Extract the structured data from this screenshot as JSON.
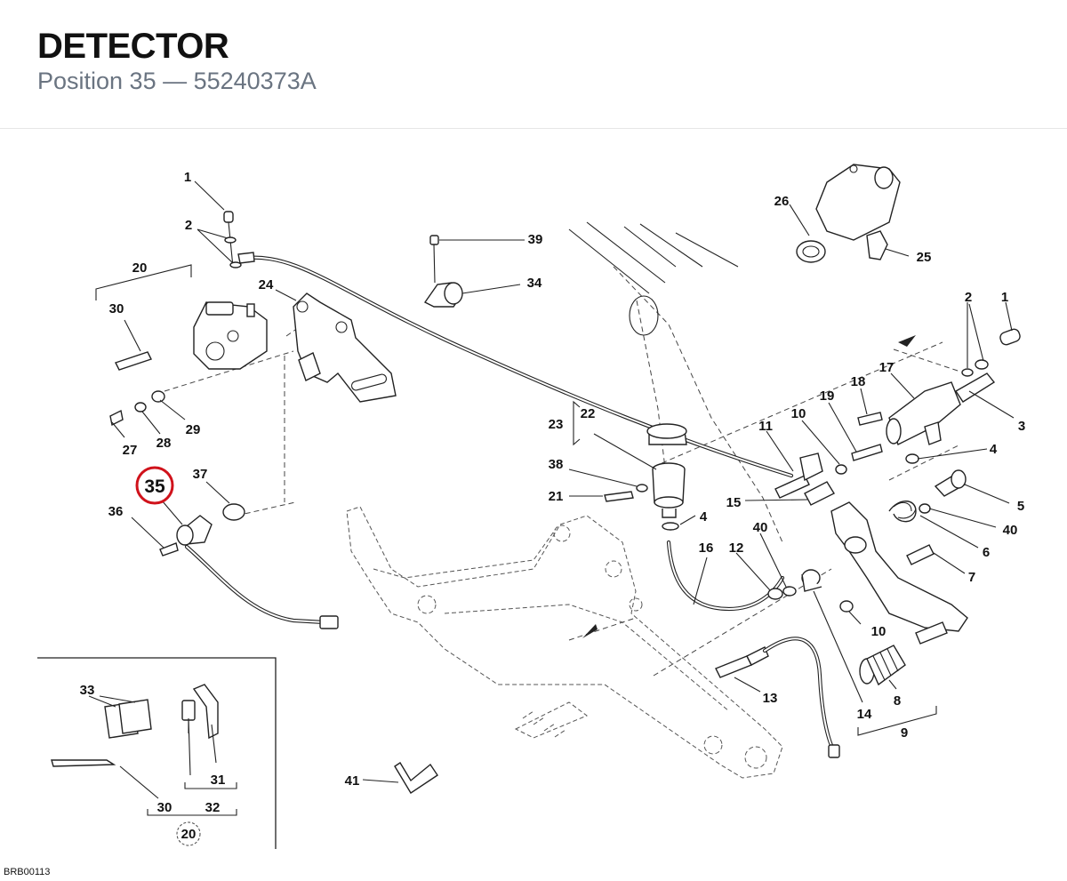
{
  "header": {
    "title": "DETECTOR",
    "subtitle": "Position 35 — 55240373A"
  },
  "ref_code": "BRB00113",
  "selected_callout": "35",
  "callouts": {
    "c1a": "1",
    "c2a": "2",
    "c20a": "20",
    "c30a": "30",
    "c24": "24",
    "c39": "39",
    "c34": "34",
    "c26": "26",
    "c25": "25",
    "c2b": "2",
    "c1b": "1",
    "c17": "17",
    "c18": "18",
    "c19": "19",
    "c10a": "10",
    "c11": "11",
    "c3": "3",
    "c4a": "4",
    "c5": "5",
    "c40a": "40",
    "c6": "6",
    "c7": "7",
    "c23": "23",
    "c22": "22",
    "c38": "38",
    "c21": "21",
    "c4b": "4",
    "c15": "15",
    "c16": "16",
    "c12": "12",
    "c40b": "40",
    "c27": "27",
    "c28": "28",
    "c29": "29",
    "c37": "37",
    "c36": "36",
    "c10b": "10",
    "c13": "13",
    "c14": "14",
    "c8": "8",
    "c9": "9",
    "c33": "33",
    "c31": "31",
    "c30b": "30",
    "c32": "32",
    "c20b": "20",
    "c41": "41"
  }
}
